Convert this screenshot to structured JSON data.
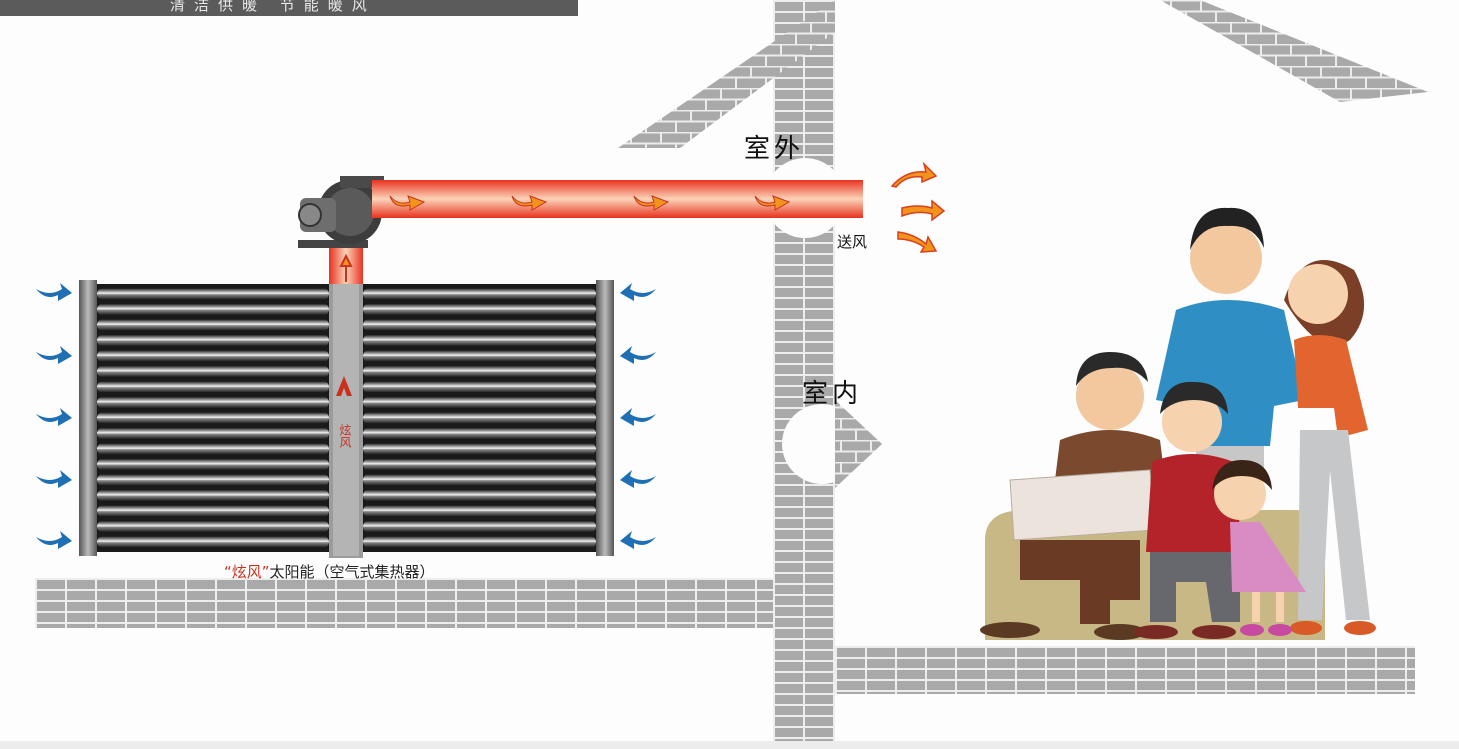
{
  "banner": {
    "text": "清洁供暖 节能暖风"
  },
  "labels": {
    "outdoor": "室外",
    "indoor": "室内",
    "supply_air": "送风"
  },
  "collector": {
    "brand_quote": "“炫风”",
    "caption_rest": "太阳能（空气式集热器）",
    "panel_logo": "炫风"
  },
  "colors": {
    "pipe_red": "#e8321f",
    "pipe_glow": "#f7a36b",
    "arrow_blue": "#1f6fb5",
    "arrow_orange": "#f2941c",
    "brick_gray": "#a9a9a9"
  }
}
